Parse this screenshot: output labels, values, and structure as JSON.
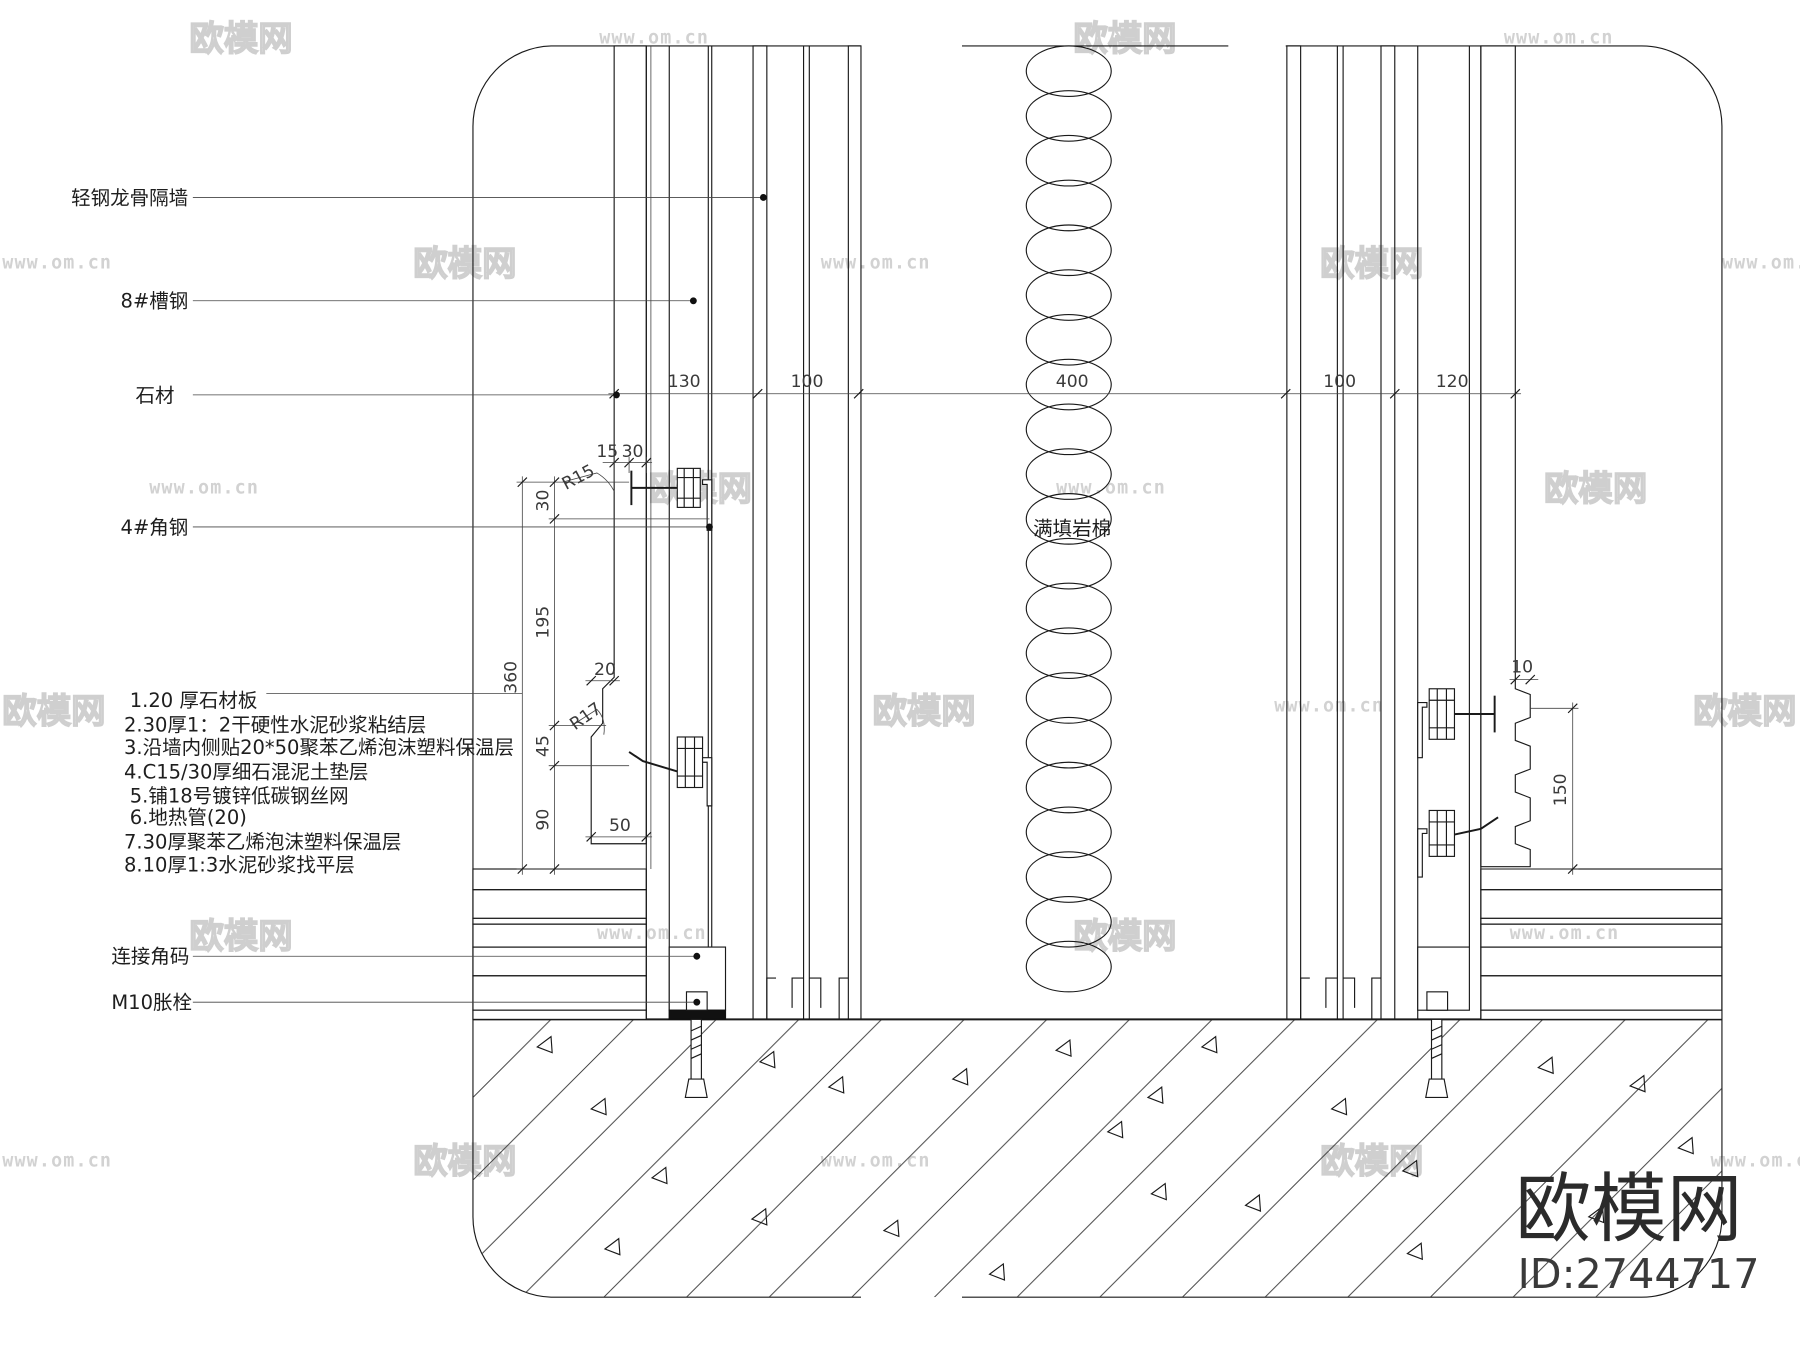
{
  "drawing": {
    "callouts": {
      "light_steel_partition": "轻钢龙骨隔墙",
      "channel_steel": "8#槽钢",
      "stone": "石材",
      "angle_steel": "4#角钢",
      "connector": "连接角码",
      "anchor_bolt": "M10胀栓"
    },
    "layers": [
      "1.20  厚石材板",
      "2.30厚1：2干硬性水泥砂浆粘结层",
      "3.沿墙内侧贴20*50聚苯乙烯泡沫塑料保温层",
      "4.C15/30厚细石混泥土垫层",
      "5.铺18号镀锌低碳钢丝网",
      "6.地热管(20)",
      "7.30厚聚苯乙烯泡沫塑料保温层",
      "8.10厚1:3水泥砂浆找平层"
    ],
    "infill_label": "满填岩棉",
    "dims_top": [
      "130",
      "100",
      "400",
      "100",
      "120"
    ],
    "dims_left": {
      "d15": "15",
      "d30_h": "30",
      "r15": "R15",
      "d30_v": "30",
      "d195": "195",
      "d360": "360",
      "d20": "20",
      "r17": "R17",
      "d45": "45",
      "d90": "90",
      "d50": "50"
    },
    "dims_right": {
      "d10": "10",
      "d150": "150"
    }
  },
  "watermark": {
    "logo_text": "欧模网",
    "url": "www.om.cn",
    "brand": "欧模网",
    "id": "ID:2744717"
  },
  "colors": {
    "line": "#1a1a1a",
    "hatch": "#333333",
    "watermark": "#d0d0d0",
    "brand_text": "#2b2b2b"
  }
}
